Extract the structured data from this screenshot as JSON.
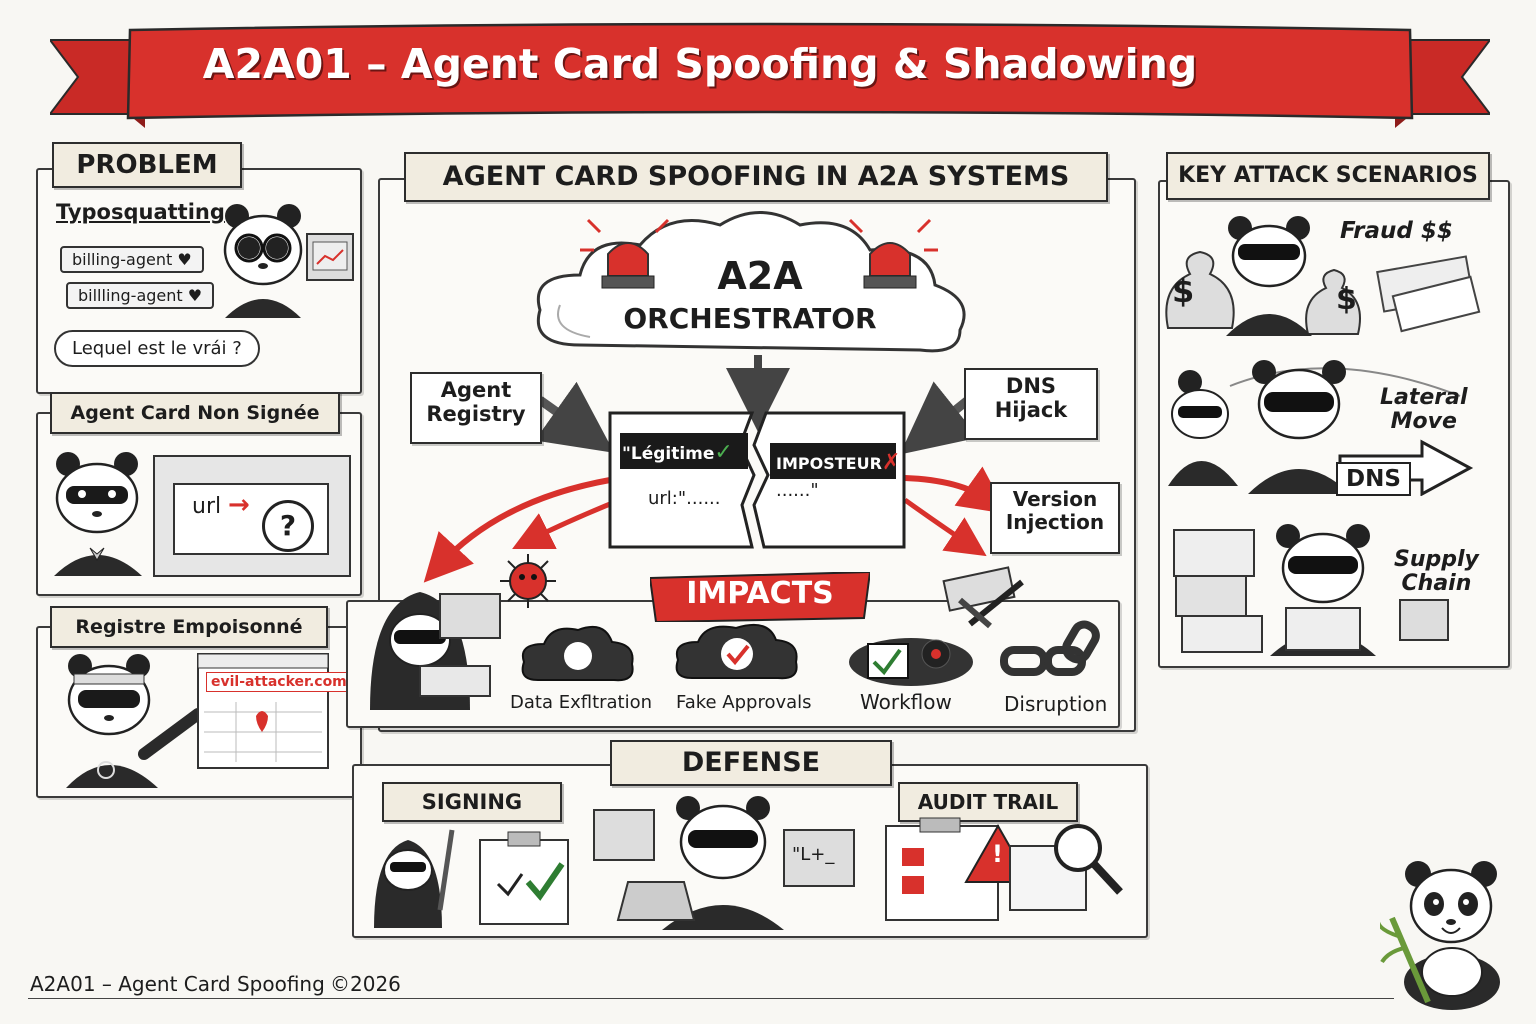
{
  "title": "A2A01 – Agent Card Spoofing & Shadowing",
  "colors": {
    "accent_red": "#d8312c",
    "ink": "#1d1d1d",
    "paper": "#f8f7f3",
    "plate": "#f1ece0"
  },
  "problem": {
    "header": "PROBLEM",
    "typo": {
      "heading": "Typosquatting",
      "names": [
        "billing-agent ♥",
        "billling-agent ♥"
      ],
      "question": "Lequel est le vrái ?"
    },
    "unsigned": {
      "heading": "Agent Card Non Signée",
      "url_label": "url",
      "arrow": "→",
      "question_mark": "?"
    },
    "poisoned": {
      "heading": "Registre Empoisonné",
      "site": "evil-attacker.com"
    }
  },
  "center": {
    "header": "AGENT CARD SPOOFING IN A2A SYSTEMS",
    "orchestrator": {
      "line1": "A2A",
      "line2": "ORCHESTRATOR"
    },
    "agent_registry": "Agent\nRegistry",
    "dns_hijack": "DNS\nHijack",
    "version_injection": "Version\nInjection",
    "card": {
      "legit_label": "\"Légitime",
      "legit_mark": "✓",
      "impostor_label": "IMPOSTEUR",
      "impostor_mark": "✗",
      "url_left": "url:\"......",
      "url_right": "......\""
    },
    "impacts": {
      "header": "IMPACTS",
      "items": [
        "Data Exfltration",
        "Fake Approvals",
        "Workflow",
        "Disruption"
      ]
    }
  },
  "scenarios": {
    "header": "KEY ATTACK SCENARIOS",
    "items": [
      {
        "label": "Fraud $$"
      },
      {
        "label": "Lateral\nMove",
        "tag": "DNS"
      },
      {
        "label": "Supply\nChain"
      }
    ],
    "dollar": "$"
  },
  "defense": {
    "header": "DEFENSE",
    "signing": "SIGNING",
    "audit": "AUDIT TRAIL",
    "screen_text": "\"L+_"
  },
  "footer": {
    "left": "A2A01 – Agent Card Spoofing",
    "copyright": "©2026"
  }
}
